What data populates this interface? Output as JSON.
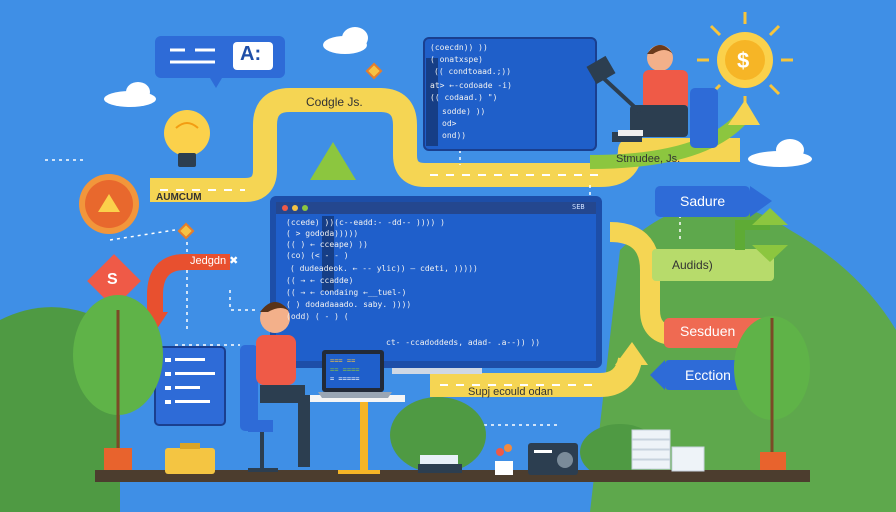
{
  "labels": {
    "top_code_title": "Codgle Js.",
    "stmudee": "Stmudee, Js.",
    "aumcum": "AUMCUM",
    "jedgon": "Jedgdn",
    "jedgon_mark": "✖",
    "sadure": "Sadure",
    "audids": "Audids)",
    "sesduen": "Sesduen",
    "ecction": "Ecction",
    "supp_banner": "Supj ecould odan",
    "s_letter": "S",
    "a_letter": "A:",
    "dollar": "$"
  },
  "top_window": {
    "lines": [
      "(coecdn)) ))",
      "( onatxspe)",
      "((     condtoaad.;))",
      "at> ←-codoade -i)",
      "((          codaad.) \")",
      "sodde)  ))",
      "od>",
      "ond))"
    ]
  },
  "main_window": {
    "header_right": "SEB",
    "lines": [
      "(ccede)  ))(c--eadd:- -dd-- ))))  )",
      "( >     gododa)))))",
      "(( )  ←  cceape) ))",
      "(co)  (< -  - )",
      "( dudeadeok. ←   --  ylic)) —     cdeti, )))))",
      "(( → ←  ccadde)",
      "(( → ←        condaing   ←__tuel-)",
      "(     )        dodadaaado. saby. ))))",
      "(odd)  ( -  )  (",
      "ct- -ccadoddeds, adad- .a--)) ))"
    ]
  },
  "laptop": {
    "lines": [
      "===  ==",
      "== ====",
      "=  ====="
    ]
  }
}
